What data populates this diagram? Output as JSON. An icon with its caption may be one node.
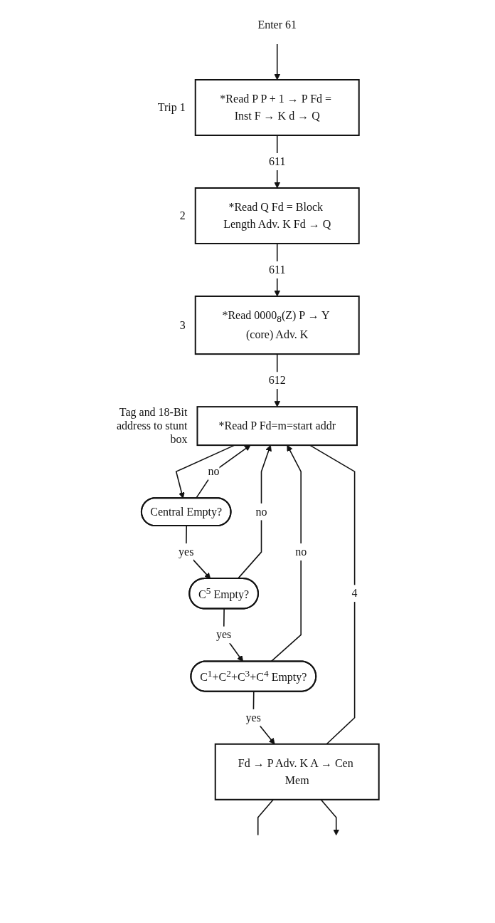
{
  "diagram": {
    "nodes": [
      {
        "text": [
          "Enter 61"
        ]
      },
      {
        "text": [
          "*Read P P + 1 → P Fd = Inst F → K d → Q"
        ],
        "beside": [
          "Trip 1"
        ]
      },
      {
        "text": [
          "*Read Q Fd = Block Length Adv. K Fd → Q"
        ],
        "beside": [
          "2"
        ]
      },
      {
        "text": [
          "*Read 0000$_{8}$(Z) P → Y (core) Adv. K"
        ],
        "beside": [
          "3"
        ]
      },
      {
        "text": [
          "*Read P Fd=m=start addr"
        ],
        "beside": [
          "Tag and 18-Bit address to stunt box"
        ]
      },
      {
        "text": [
          "Central Empty?"
        ]
      },
      {
        "text": [
          "C$^{5}$ Empty?"
        ]
      },
      {
        "text": [
          "C$^{1}$+C$^{2}$+C$^{3}$+C$^{4}$ Empty?"
        ]
      },
      {
        "text": [
          "Fd → P Adv. K A → Cen Mem"
        ]
      }
    ],
    "edges": [
      {
        "from": 0,
        "to": 1,
        "arrow": "to"
      },
      {
        "from": 1,
        "to": 2,
        "arrow": "to",
        "label": "611"
      },
      {
        "from": 2,
        "to": 3,
        "arrow": "to",
        "label": "611"
      },
      {
        "from": 3,
        "to": 4,
        "arrow": "to",
        "label": "612"
      },
      {
        "from": 4,
        "to": 5,
        "arrow": "to"
      },
      {
        "from": 5,
        "to": 6,
        "arrow": "to",
        "label": "yes"
      },
      {
        "from": 6,
        "to": 7,
        "arrow": "to",
        "label": "yes"
      },
      {
        "from": 7,
        "to": 8,
        "arrow": "to",
        "label": "yes"
      },
      {
        "from": 5,
        "to": 4,
        "arrow": "to",
        "label": "no"
      },
      {
        "from": 6,
        "to": 4,
        "arrow": "to",
        "label": "no"
      },
      {
        "from": 7,
        "to": 4,
        "arrow": "to",
        "label": "no"
      },
      {
        "from": 4,
        "to": 8,
        "arrow": "none",
        "label": "4"
      },
      {
        "from": 8,
        "to": null,
        "arrow": "none"
      },
      {
        "from": 8,
        "to": null,
        "arrow": "to"
      }
    ]
  }
}
